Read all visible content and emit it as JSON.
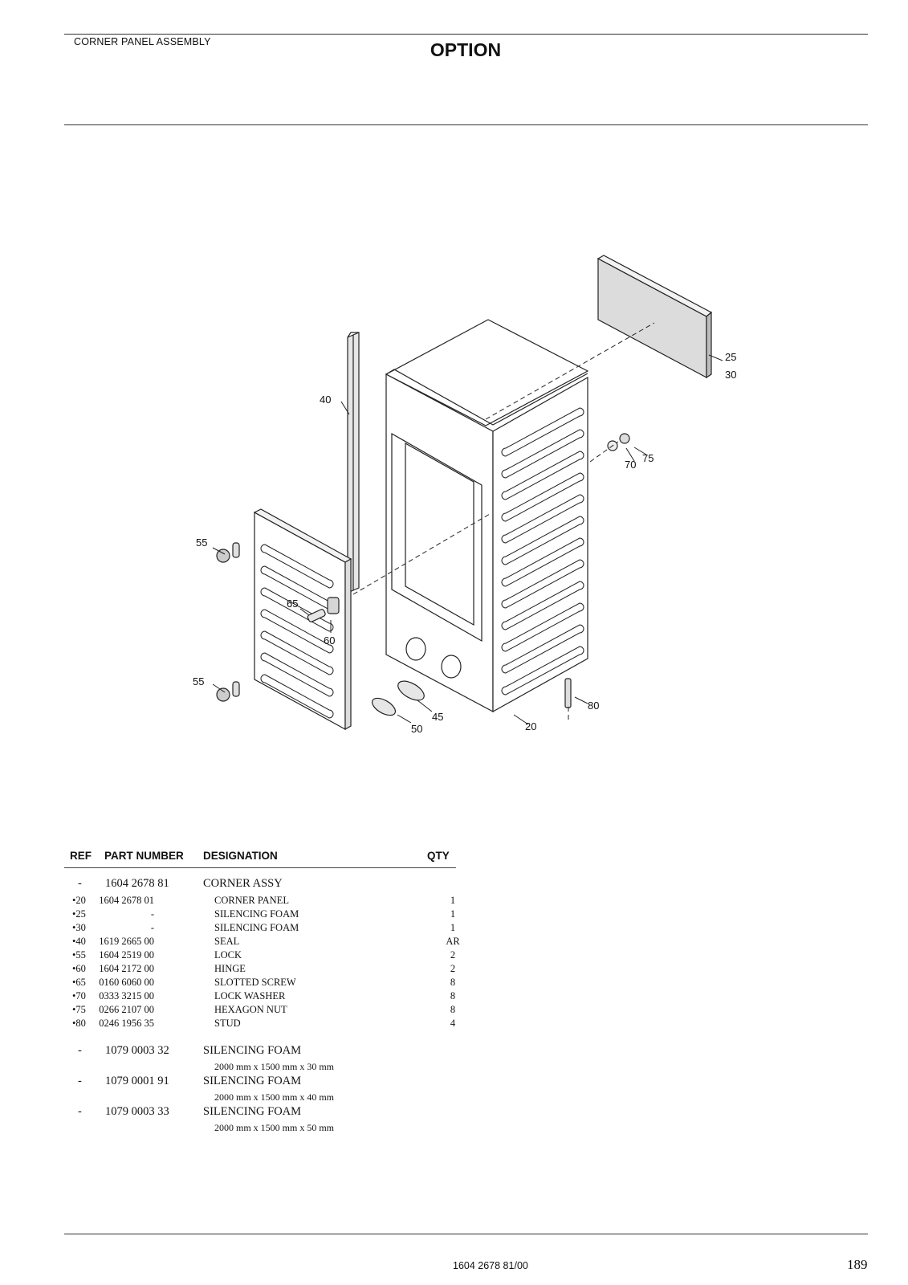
{
  "header": {
    "section_title": "CORNER PANEL ASSEMBLY",
    "banner": "OPTION"
  },
  "diagram": {
    "callouts": [
      "25",
      "30",
      "40",
      "70",
      "75",
      "55",
      "65",
      "60",
      "55",
      "45",
      "50",
      "20",
      "80"
    ]
  },
  "table": {
    "headers": {
      "ref": "REF",
      "part_number": "PART NUMBER",
      "designation": "DESIGNATION",
      "qty": "QTY"
    },
    "assembly": {
      "ref": "-",
      "part_number": "1604 2678 81",
      "designation": "CORNER ASSY"
    },
    "items": [
      {
        "ref": "•20",
        "part_number": "1604 2678 01",
        "designation": "CORNER PANEL",
        "qty": "1"
      },
      {
        "ref": "•25",
        "part_number": "-",
        "designation": "SILENCING FOAM",
        "qty": "1"
      },
      {
        "ref": "•30",
        "part_number": "-",
        "designation": "SILENCING FOAM",
        "qty": "1"
      },
      {
        "ref": "•40",
        "part_number": "1619 2665 00",
        "designation": "SEAL",
        "qty": "AR"
      },
      {
        "ref": "•55",
        "part_number": "1604 2519 00",
        "designation": "LOCK",
        "qty": "2"
      },
      {
        "ref": "•60",
        "part_number": "1604 2172 00",
        "designation": "HINGE",
        "qty": "2"
      },
      {
        "ref": "•65",
        "part_number": "0160 6060 00",
        "designation": "SLOTTED SCREW",
        "qty": "8"
      },
      {
        "ref": "•70",
        "part_number": "0333 3215 00",
        "designation": "LOCK WASHER",
        "qty": "8"
      },
      {
        "ref": "•75",
        "part_number": "0266 2107 00",
        "designation": "HEXAGON NUT",
        "qty": "8"
      },
      {
        "ref": "•80",
        "part_number": "0246 1956 35",
        "designation": "STUD",
        "qty": "4"
      }
    ],
    "foams": [
      {
        "ref": "-",
        "part_number": "1079 0003 32",
        "designation": "SILENCING FOAM",
        "size": "2000 mm x 1500 mm x 30 mm"
      },
      {
        "ref": "-",
        "part_number": "1079 0001 91",
        "designation": "SILENCING FOAM",
        "size": "2000 mm x 1500 mm x 40 mm"
      },
      {
        "ref": "-",
        "part_number": "1079 0003 33",
        "designation": "SILENCING FOAM",
        "size": "2000 mm x 1500 mm x 50 mm"
      }
    ]
  },
  "footer": {
    "doc_code": "1604 2678 81/00",
    "page_number": "189"
  }
}
